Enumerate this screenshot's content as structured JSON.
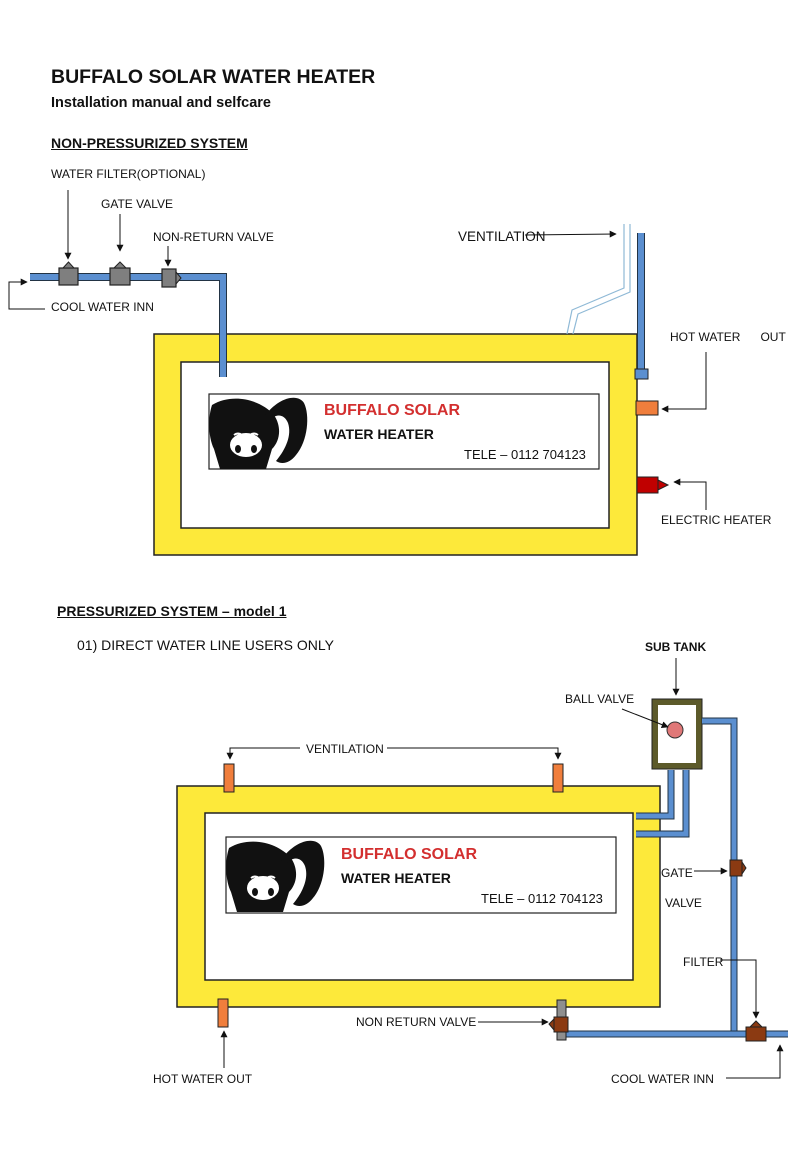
{
  "document": {
    "title": "BUFFALO SOLAR WATER HEATER",
    "subtitle": "Installation manual and selfcare"
  },
  "non_pressurized": {
    "heading": "NON-PRESSURIZED SYSTEM",
    "labels": {
      "water_filter": "WATER FILTER(OPTIONAL)",
      "gate_valve": "GATE VALVE",
      "non_return_valve": "NON-RETURN VALVE",
      "cool_water_inn": "COOL WATER INN",
      "ventilation": "VENTILATION",
      "hot_water_out": "HOT WATER      OUT",
      "electric_heater": "ELECTRIC HEATER"
    }
  },
  "pressurized": {
    "heading": "PRESSURIZED SYSTEM – model 1",
    "option": "01) DIRECT WATER LINE USERS ONLY",
    "labels": {
      "sub_tank": "SUB TANK",
      "ball_valve": "BALL VALVE",
      "ventilation": "VENTILATION",
      "gate": "GATE",
      "valve": "VALVE",
      "filter": "FILTER",
      "non_return_valve": "NON RETURN VALVE",
      "hot_water_out": "HOT WATER OUT",
      "cool_water_inn": "COOL WATER INN"
    }
  },
  "logo": {
    "brand": "BUFFALO SOLAR",
    "product": "WATER HEATER",
    "phone": "TELE – 0112 704123"
  },
  "colors": {
    "tank_yellow": "#fde93a",
    "pipe_blue": "#5b8fd0",
    "valve_gray": "#7f7f7f",
    "valve_orange": "#f07e3c",
    "heater_red": "#c00000",
    "valve_brown": "#8b3a12",
    "brand_red": "#d32f2f",
    "subtank_frame": "#5c5a2a"
  }
}
